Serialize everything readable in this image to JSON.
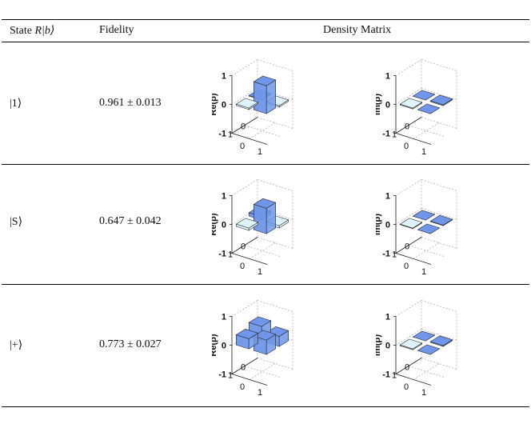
{
  "header": {
    "state_prefix": "State ",
    "state_math": "R|b⟩",
    "fidelity": "Fidelity",
    "density_matrix": "Density Matrix"
  },
  "axis": {
    "re_label": "Re(ρ)",
    "im_label": "Im(ρ)",
    "z_ticks": [
      "1",
      "0",
      "-1"
    ],
    "basis_ticks": [
      "0",
      "1"
    ]
  },
  "rows": [
    {
      "state": "|1⟩",
      "fidelity": "0.961 ± 0.013",
      "re": [
        [
          0.02,
          -0.05
        ],
        [
          -0.05,
          0.97
        ]
      ],
      "im": [
        [
          0.0,
          0.03
        ],
        [
          -0.03,
          0.0
        ]
      ]
    },
    {
      "state": "|S⟩",
      "fidelity": "0.647 ± 0.042",
      "re": [
        [
          0.12,
          -0.08
        ],
        [
          -0.08,
          0.88
        ]
      ],
      "im": [
        [
          0.0,
          0.02
        ],
        [
          -0.02,
          0.0
        ]
      ]
    },
    {
      "state": "|+⟩",
      "fidelity": "0.773 ± 0.027",
      "re": [
        [
          0.5,
          0.35
        ],
        [
          0.35,
          0.5
        ]
      ],
      "im": [
        [
          0.0,
          0.03
        ],
        [
          -0.03,
          0.0
        ]
      ]
    }
  ],
  "colors": {
    "positive": "#6f96e8",
    "negative": "#dff3fb",
    "edge": "#2b2b2b"
  }
}
